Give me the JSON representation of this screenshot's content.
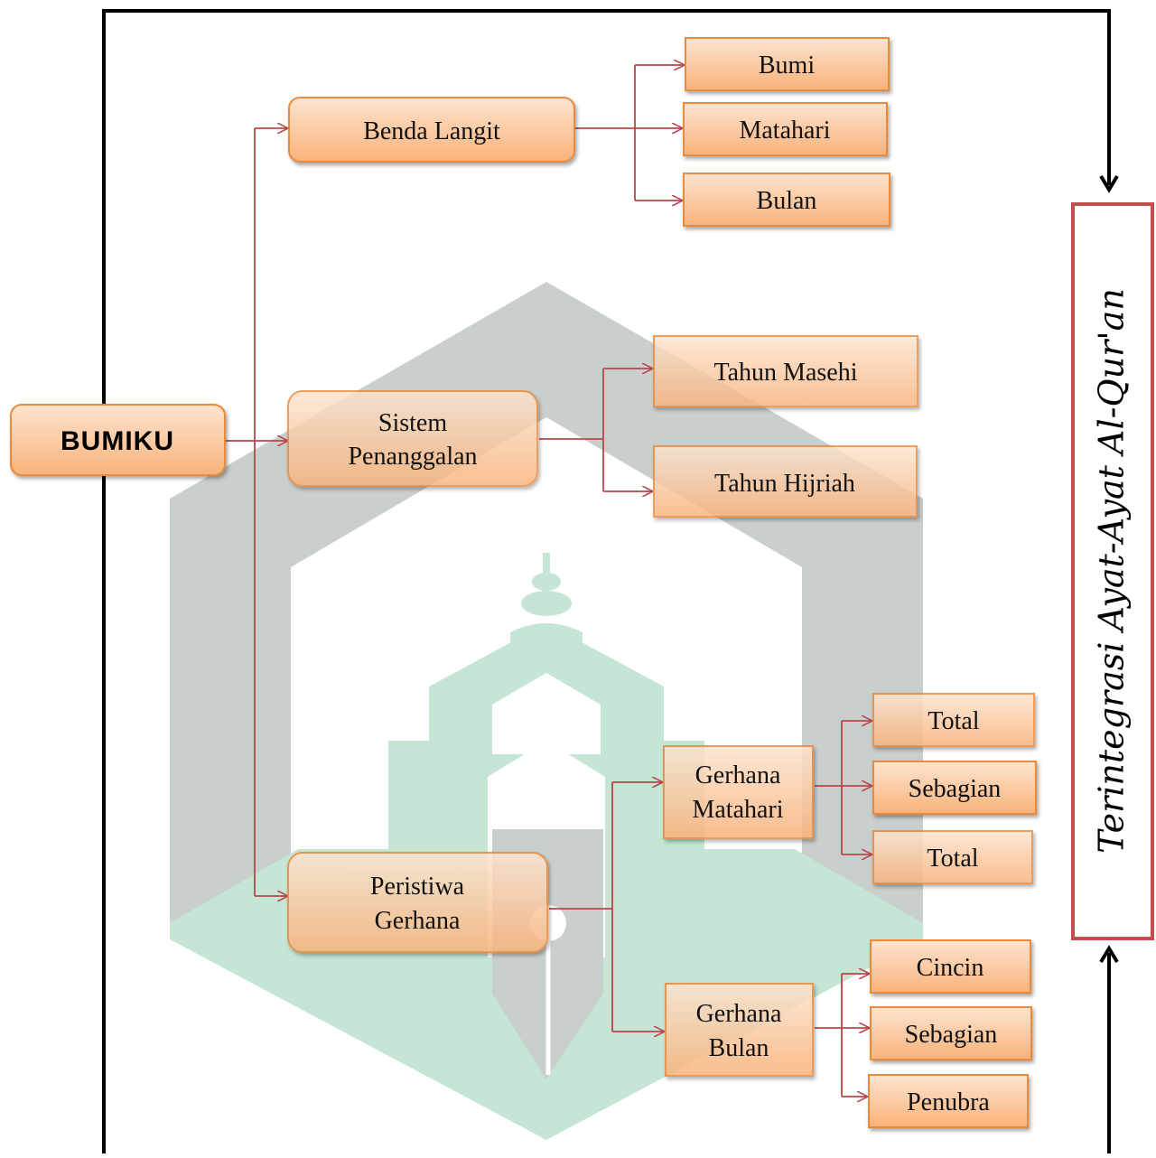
{
  "root": {
    "label": "BUMIKU"
  },
  "side_label": "Terintegrasi Ayat-Ayat Al-Qur'an",
  "branches": [
    {
      "label_lines": [
        "Benda Langit"
      ],
      "children": [
        {
          "label": "Bumi"
        },
        {
          "label": "Matahari"
        },
        {
          "label": "Bulan"
        }
      ]
    },
    {
      "label_lines": [
        "Sistem",
        "Penanggalan"
      ],
      "children": [
        {
          "label": "Tahun Masehi"
        },
        {
          "label": "Tahun Hijriah"
        }
      ]
    },
    {
      "label_lines": [
        "Peristiwa",
        "Gerhana"
      ],
      "children": [
        {
          "label_lines": [
            "Gerhana",
            "Matahari"
          ],
          "children": [
            {
              "label": "Total"
            },
            {
              "label": "Sebagian"
            },
            {
              "label": "Total"
            }
          ]
        },
        {
          "label_lines": [
            "Gerhana",
            "Bulan"
          ],
          "children": [
            {
              "label": "Cincin"
            },
            {
              "label": "Sebagian"
            },
            {
              "label": "Penubra"
            }
          ]
        }
      ]
    }
  ],
  "colors": {
    "box_fill_top": "#fde4d0",
    "box_fill_bottom": "#f9b27a",
    "box_stroke": "#e98a3c",
    "connector": "#b8474a",
    "frame": "#000000",
    "side_box_stroke": "#c0504d",
    "watermark_gray": "#c9cfcc",
    "watermark_green": "#c5e6d4"
  }
}
